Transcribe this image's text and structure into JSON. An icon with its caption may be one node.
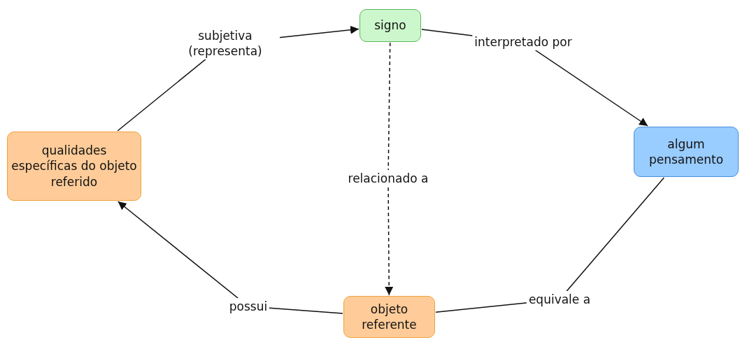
{
  "diagram": {
    "nodes": [
      {
        "text": [
          "signo"
        ]
      },
      {
        "text": [
          "qualidades específicas do objeto referido"
        ]
      },
      {
        "text": [
          "algum pensamento"
        ]
      },
      {
        "text": [
          "objeto referente"
        ]
      }
    ],
    "edges": [
      {
        "from": 1,
        "to": 0,
        "arrow": "to",
        "label": "subjetiva (representa)"
      },
      {
        "from": 0,
        "to": 2,
        "arrow": "to",
        "label": "interpretado por"
      },
      {
        "from": 2,
        "to": 3,
        "arrow": "none",
        "label": "equivale a"
      },
      {
        "from": 3,
        "to": 1,
        "arrow": "to",
        "label": "possui"
      },
      {
        "from": 0,
        "to": 3,
        "arrow": "to",
        "label": "relacionado a",
        "style": "dashed"
      }
    ]
  }
}
